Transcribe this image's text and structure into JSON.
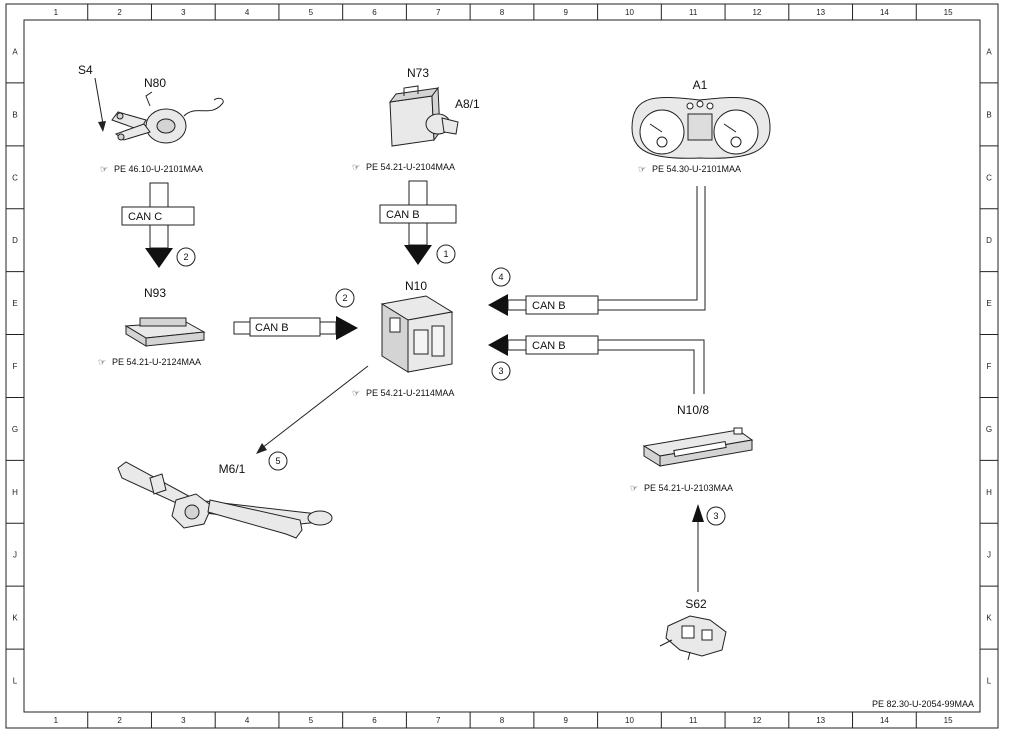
{
  "grid": {
    "columns": [
      "1",
      "2",
      "3",
      "4",
      "5",
      "6",
      "7",
      "8",
      "9",
      "10",
      "11",
      "12",
      "13",
      "14",
      "15"
    ],
    "rows": [
      "A",
      "B",
      "C",
      "D",
      "E",
      "F",
      "G",
      "H",
      "J",
      "K",
      "L"
    ]
  },
  "components": {
    "s4": {
      "label": "S4"
    },
    "n80": {
      "label": "N80",
      "ref": "PE 46.10-U-2101MAA"
    },
    "n73": {
      "label": "N73",
      "ref": "PE 54.21-U-2104MAA"
    },
    "a8_1": {
      "label": "A8/1"
    },
    "a1": {
      "label": "A1",
      "ref": "PE 54.30-U-2101MAA"
    },
    "n93": {
      "label": "N93",
      "ref": "PE 54.21-U-2124MAA"
    },
    "n10": {
      "label": "N10",
      "ref": "PE 54.21-U-2114MAA"
    },
    "n10_8": {
      "label": "N10/8",
      "ref": "PE 54.21-U-2103MAA"
    },
    "m6_1": {
      "label": "M6/1"
    },
    "s62": {
      "label": "S62"
    }
  },
  "buses": {
    "n80_bus": "CAN C",
    "n73_bus": "CAN B",
    "n93_bus": "CAN B",
    "a1_bus": "CAN B",
    "n10_8_bus": "CAN B"
  },
  "step_numbers": {
    "n80_n93": "2",
    "n73_n10": "1",
    "n93_n10": "2",
    "a1_n10": "4",
    "n10_8_n10": "3",
    "n10_m6_1": "5",
    "s62_n10_8": "3"
  },
  "footer": {
    "drawing_id": "PE 82.30-U-2054-99MAA"
  },
  "colors": {
    "line": "#222222",
    "part_fill": "#e9e9e9",
    "bus_box": "#ffffff"
  }
}
